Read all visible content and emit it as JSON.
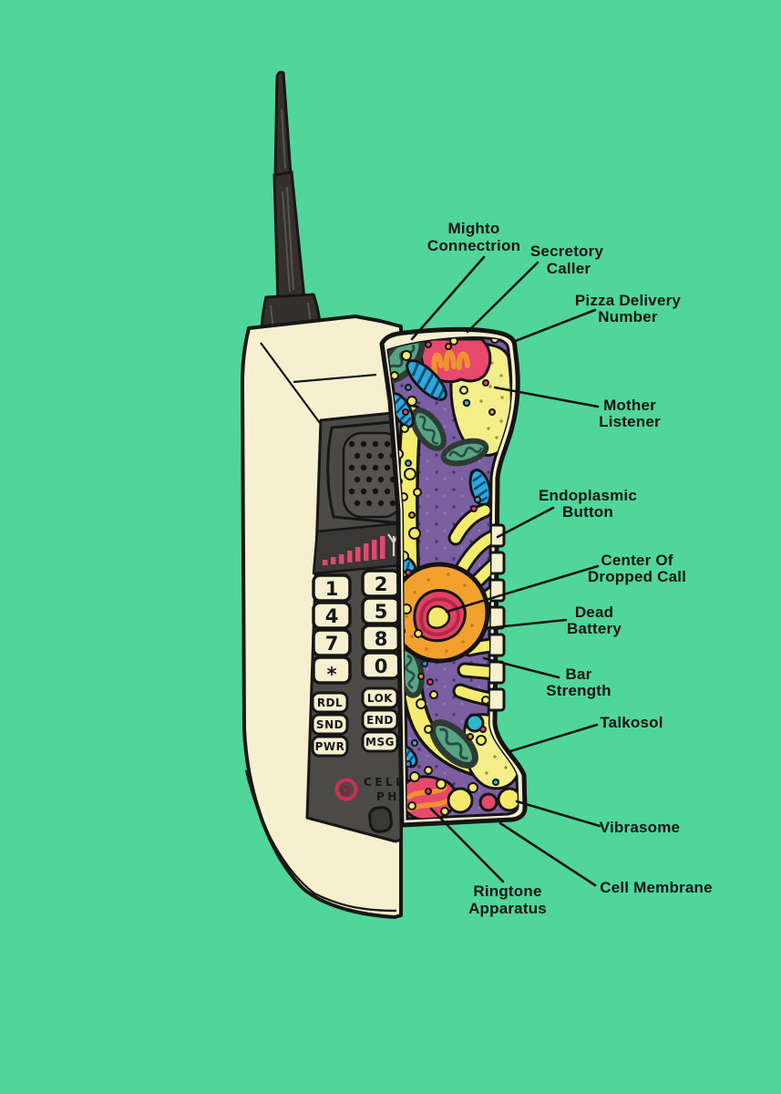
{
  "title": "Cell Phone anatomy parody diagram",
  "colors": {
    "background": "#50d69a",
    "body_cream": "#f6f0d0",
    "panel_gray": "#4c4a47",
    "outline_black": "#161616",
    "cytoplasm_purple": "#7b5fa0",
    "vesicle_yellow": "#f4e96b",
    "pale_yellow": "#f3ee8a",
    "nucleus_orange": "#f2a12e",
    "organelle_pink": "#dd4265",
    "organelle_orange": "#ef9231",
    "mitochondria_green": "#57a485",
    "er_blue": "#2aa9e0",
    "signal_red": "#e2486d"
  },
  "phone": {
    "signal_bars": 8,
    "keypad_left": [
      "1",
      "4",
      "7",
      "*"
    ],
    "keypad_right": [
      "2",
      "5",
      "8",
      "0"
    ],
    "function_left": [
      "RDL",
      "SND",
      "PWR"
    ],
    "function_right": [
      "LOK",
      "END",
      "MSG"
    ],
    "brand_line1": "CELL",
    "brand_line2": "PH"
  },
  "labels": [
    {
      "id": "mighto-connectrion",
      "lines": [
        "Mighto",
        "Connectrion"
      ]
    },
    {
      "id": "secretory-caller",
      "lines": [
        "Secretory",
        "Caller"
      ]
    },
    {
      "id": "pizza-delivery-number",
      "lines": [
        "Pizza Delivery",
        "Number"
      ]
    },
    {
      "id": "mother-listener",
      "lines": [
        "Mother",
        "Listener"
      ]
    },
    {
      "id": "endoplasmic-button",
      "lines": [
        "Endoplasmic",
        "Button"
      ]
    },
    {
      "id": "center-of-dropped-call",
      "lines": [
        "Center Of",
        "Dropped Call"
      ]
    },
    {
      "id": "dead-battery",
      "lines": [
        "Dead",
        "Battery"
      ]
    },
    {
      "id": "bar-strength",
      "lines": [
        "Bar",
        "Strength"
      ]
    },
    {
      "id": "talkosol",
      "lines": [
        "Talkosol"
      ]
    },
    {
      "id": "vibrasome",
      "lines": [
        "Vibrasome"
      ]
    },
    {
      "id": "cell-membrane",
      "lines": [
        "Cell Membrane"
      ]
    },
    {
      "id": "ringtone-apparatus",
      "lines": [
        "Ringtone",
        "Apparatus"
      ]
    }
  ]
}
